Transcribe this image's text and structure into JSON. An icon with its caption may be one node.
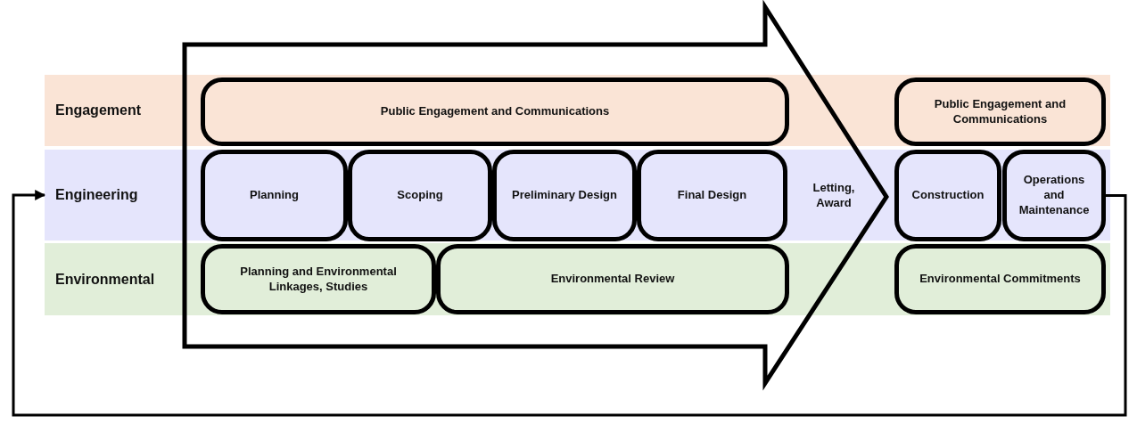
{
  "diagram": {
    "nodes": [
      {
        "text": [
          "Engagement"
        ]
      },
      {
        "text": [
          "Public Engagement and Communications"
        ],
        "in": 0
      },
      {
        "text": [
          "Public Engagement and Communications"
        ],
        "in": 0
      },
      {
        "text": [
          "Engineering"
        ]
      },
      {
        "text": [
          "Planning"
        ],
        "in": 3
      },
      {
        "text": [
          "Scoping"
        ],
        "in": 3
      },
      {
        "text": [
          "Preliminary Design"
        ],
        "in": 3
      },
      {
        "text": [
          "Final Design"
        ],
        "in": 3
      },
      {
        "text": [
          "Construction"
        ],
        "in": 3
      },
      {
        "text": [
          "Operations and Maintenance"
        ],
        "in": 3
      },
      {
        "text": [
          "Environmental"
        ]
      },
      {
        "text": [
          "Planning and Environmental Linkages, Studies"
        ],
        "in": 10
      },
      {
        "text": [
          "Environmental Review"
        ],
        "in": 10
      },
      {
        "text": [
          "Environmental Commitments"
        ],
        "in": 10
      }
    ],
    "edges": [
      {
        "from": 9,
        "to": 3,
        "arrow": "to"
      }
    ],
    "labels": [
      "Letting, Award"
    ]
  }
}
